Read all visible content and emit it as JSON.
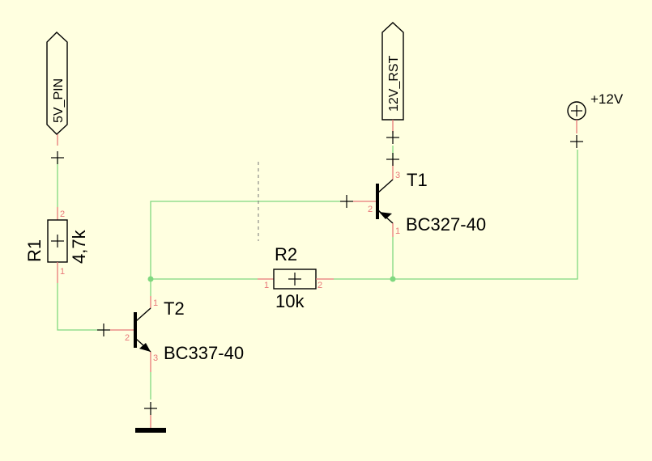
{
  "colors": {
    "background": "#ffffe0",
    "wire": "#7fd87f",
    "pin": "#e87878",
    "symbol": "#000000"
  },
  "ports": {
    "p5v": {
      "label": "5V_PIN"
    },
    "p12rst": {
      "label": "12V_RST"
    }
  },
  "supply": {
    "label": "+12V",
    "icon": "power-plus-icon"
  },
  "r1": {
    "ref": "R1",
    "value": "4,7k",
    "pin_a": "2",
    "pin_b": "1"
  },
  "r2": {
    "ref": "R2",
    "value": "10k",
    "pin_a": "1",
    "pin_b": "2"
  },
  "t1": {
    "ref": "T1",
    "part": "BC327-40",
    "pin_c": "3",
    "pin_b": "2",
    "pin_e": "1"
  },
  "t2": {
    "ref": "T2",
    "part": "BC337-40",
    "pin_c": "1",
    "pin_b": "2",
    "pin_e": "3"
  },
  "ground": {
    "icon": "ground-icon"
  }
}
